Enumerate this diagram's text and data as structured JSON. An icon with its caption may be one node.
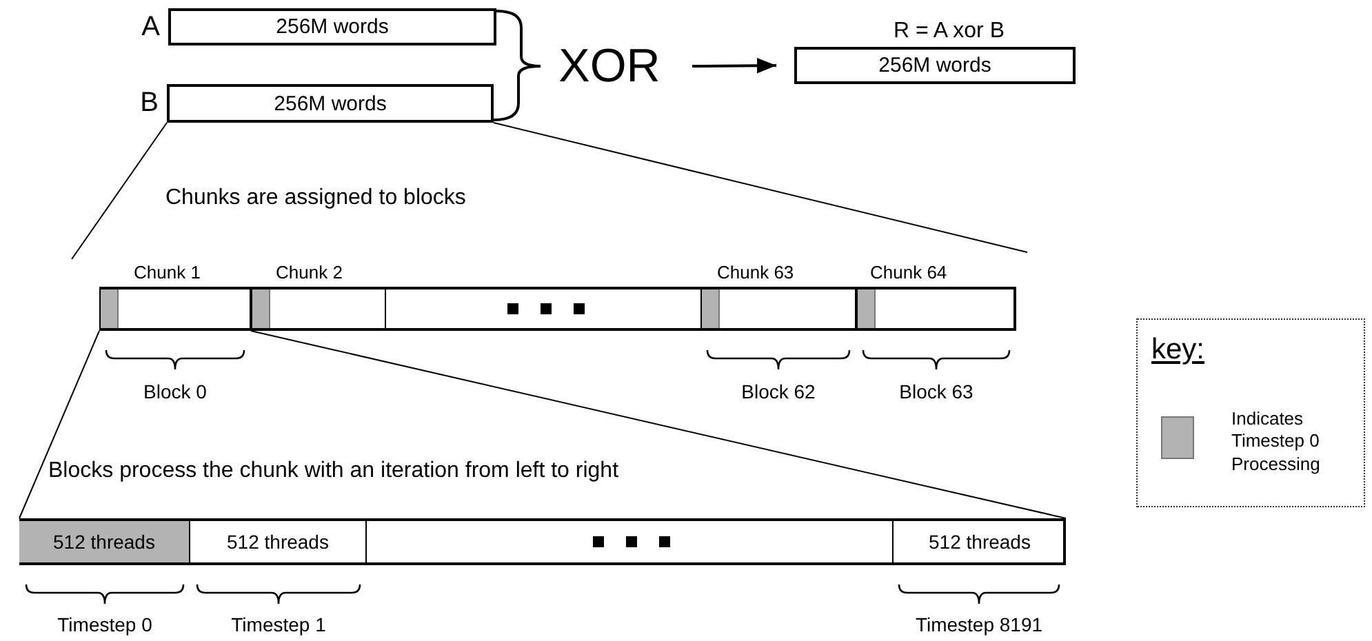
{
  "diagram": {
    "nodes": [
      {
        "text": [
          "256M words"
        ],
        "beside": [
          "A"
        ]
      },
      {
        "text": [
          "256M words"
        ],
        "beside": [
          "B"
        ]
      },
      {
        "text": [
          "XOR"
        ]
      },
      {
        "text": [
          "256M words"
        ],
        "beside": [
          "R =  A xor B"
        ]
      },
      {
        "text": [],
        "shape": "bar"
      },
      {
        "text": [
          "Chunk 1"
        ],
        "in": 4,
        "beside": [
          "Block 0"
        ]
      },
      {
        "text": [
          "Chunk 2"
        ],
        "in": 4
      },
      {
        "text": [
          "Chunk 63"
        ],
        "in": 4,
        "beside": [
          "Block 62"
        ]
      },
      {
        "text": [
          "Chunk 64"
        ],
        "in": 4,
        "beside": [
          "Block 63"
        ]
      },
      {
        "text": [],
        "shape": "bar"
      },
      {
        "text": [
          "512 threads"
        ],
        "in": 9,
        "beside": [
          "Timestep 0"
        ]
      },
      {
        "text": [
          "512 threads"
        ],
        "in": 9,
        "beside": [
          "Timestep 1"
        ]
      },
      {
        "text": [
          "512 threads"
        ],
        "in": 9,
        "beside": [
          "Timestep 8191"
        ]
      }
    ],
    "edges": [
      {
        "from": 2,
        "to": 3,
        "arrow": "to"
      },
      {
        "from": 0,
        "to": 2,
        "arrow": "none"
      },
      {
        "from": 1,
        "to": 2,
        "arrow": "none"
      },
      {
        "from": 1,
        "to": null,
        "arrow": "none"
      },
      {
        "from": 1,
        "to": null,
        "arrow": "none"
      },
      {
        "from": 5,
        "to": 9,
        "arrow": "none"
      },
      {
        "from": 5,
        "to": 9,
        "arrow": "none"
      }
    ],
    "labels": [
      "Chunks are assigned to blocks",
      "Blocks process the chunk with an iteration from left to right",
      "key:"
    ],
    "legend": [
      {
        "text": "Indicates Timestep 0 Processing",
        "color": "#b3b3b3"
      }
    ]
  }
}
